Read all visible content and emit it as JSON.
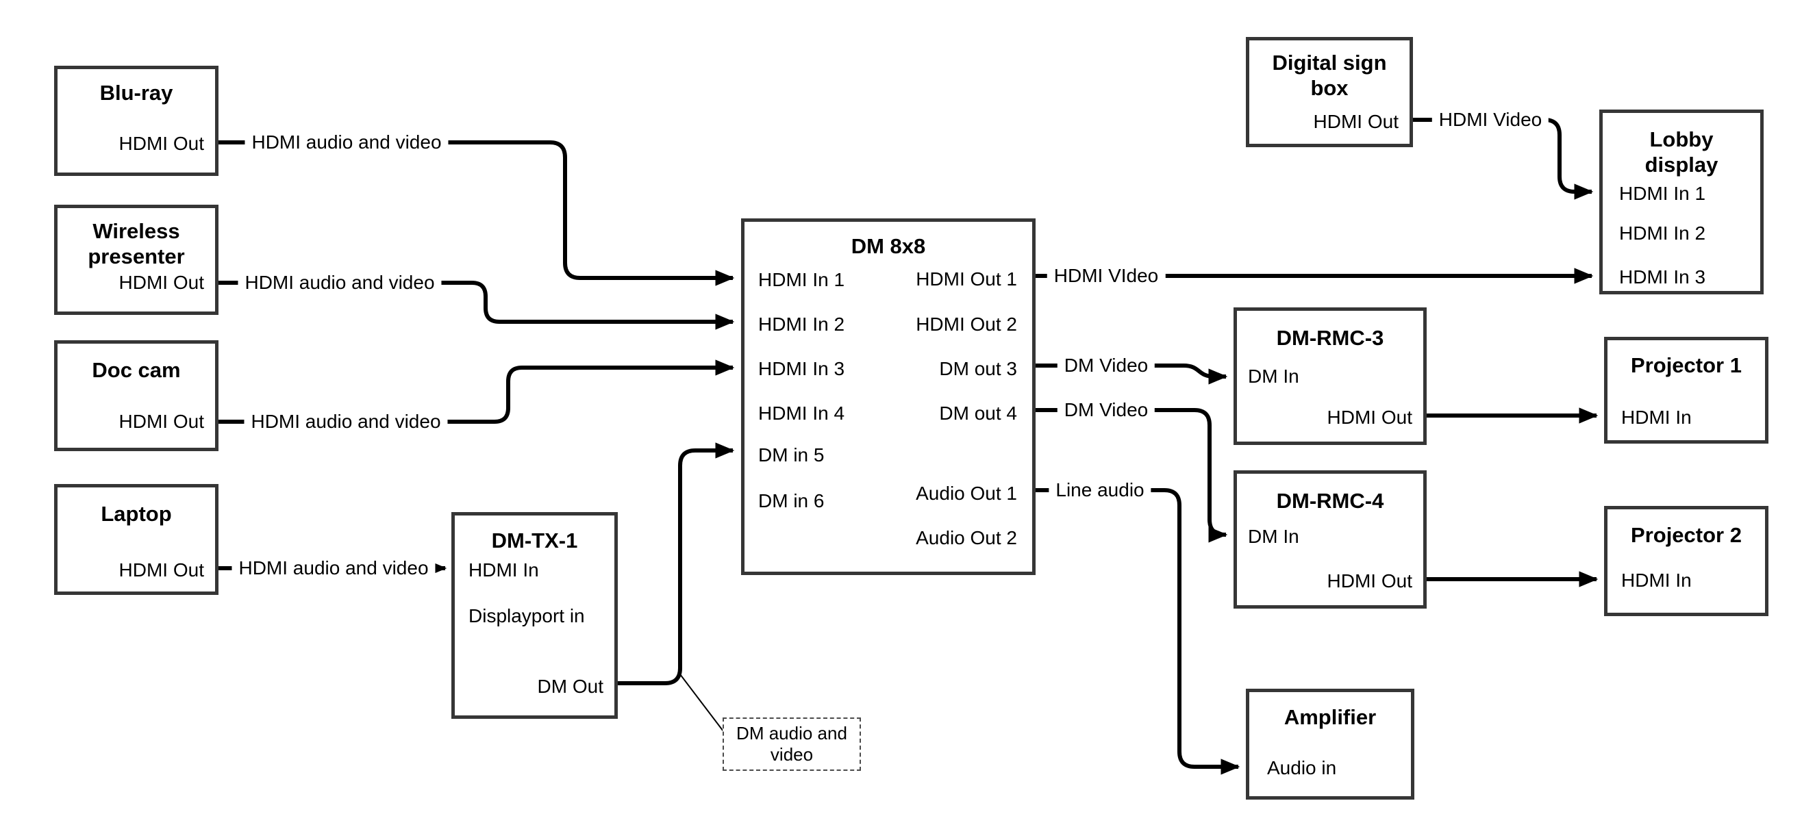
{
  "colors": {
    "background": "#ffffff",
    "wire": "#000000",
    "box_border": "#363636",
    "text": "#000000"
  },
  "nodes": {
    "bluray": {
      "title": "Blu-ray",
      "hdmi_out": "HDMI Out"
    },
    "wireless": {
      "title": "Wireless presenter",
      "hdmi_out": "HDMI Out"
    },
    "doccam": {
      "title": "Doc cam",
      "hdmi_out": "HDMI Out"
    },
    "laptop": {
      "title": "Laptop",
      "hdmi_out": "HDMI Out"
    },
    "dmtx1": {
      "title": "DM-TX-1",
      "hdmi_in": "HDMI In",
      "displayport_in": "Displayport in",
      "dm_out": "DM Out"
    },
    "dm8x8": {
      "title": "DM 8x8",
      "in1": "HDMI In 1",
      "in2": "HDMI In 2",
      "in3": "HDMI In 3",
      "in4": "HDMI In 4",
      "in5": "DM in 5",
      "in6": "DM in 6",
      "out1": "HDMI Out 1",
      "out2": "HDMI Out 2",
      "out3": "DM out 3",
      "out4": "DM out 4",
      "aout1": "Audio Out 1",
      "aout2": "Audio Out 2"
    },
    "digitalsign": {
      "title": "Digital sign box",
      "hdmi_out": "HDMI Out"
    },
    "lobby": {
      "title": "Lobby display",
      "in1": "HDMI In 1",
      "in2": "HDMI In 2",
      "in3": "HDMI In 3"
    },
    "dmrmc3": {
      "title": "DM-RMC-3",
      "dm_in": "DM In",
      "hdmi_out": "HDMI Out"
    },
    "proj1": {
      "title": "Projector 1",
      "hdmi_in": "HDMI In"
    },
    "dmrmc4": {
      "title": "DM-RMC-4",
      "dm_in": "DM In",
      "hdmi_out": "HDMI Out"
    },
    "proj2": {
      "title": "Projector 2",
      "hdmi_in": "HDMI In"
    },
    "amplifier": {
      "title": "Amplifier",
      "audio_in": "Audio in"
    }
  },
  "wires": {
    "bluray_to_in1": "HDMI audio and video",
    "wireless_to_in2": "HDMI audio and video",
    "doccam_to_in3": "HDMI audio and video",
    "laptop_to_dmtx1": "HDMI audio and video",
    "digitalsign_to_lobby": "HDMI Video",
    "out1_to_lobby": "HDMI VIdeo",
    "out3_to_rmc3": "DM Video",
    "out4_to_rmc4": "DM Video",
    "aout1_to_amp": "Line audio"
  },
  "note": {
    "text": "DM audio and video"
  }
}
